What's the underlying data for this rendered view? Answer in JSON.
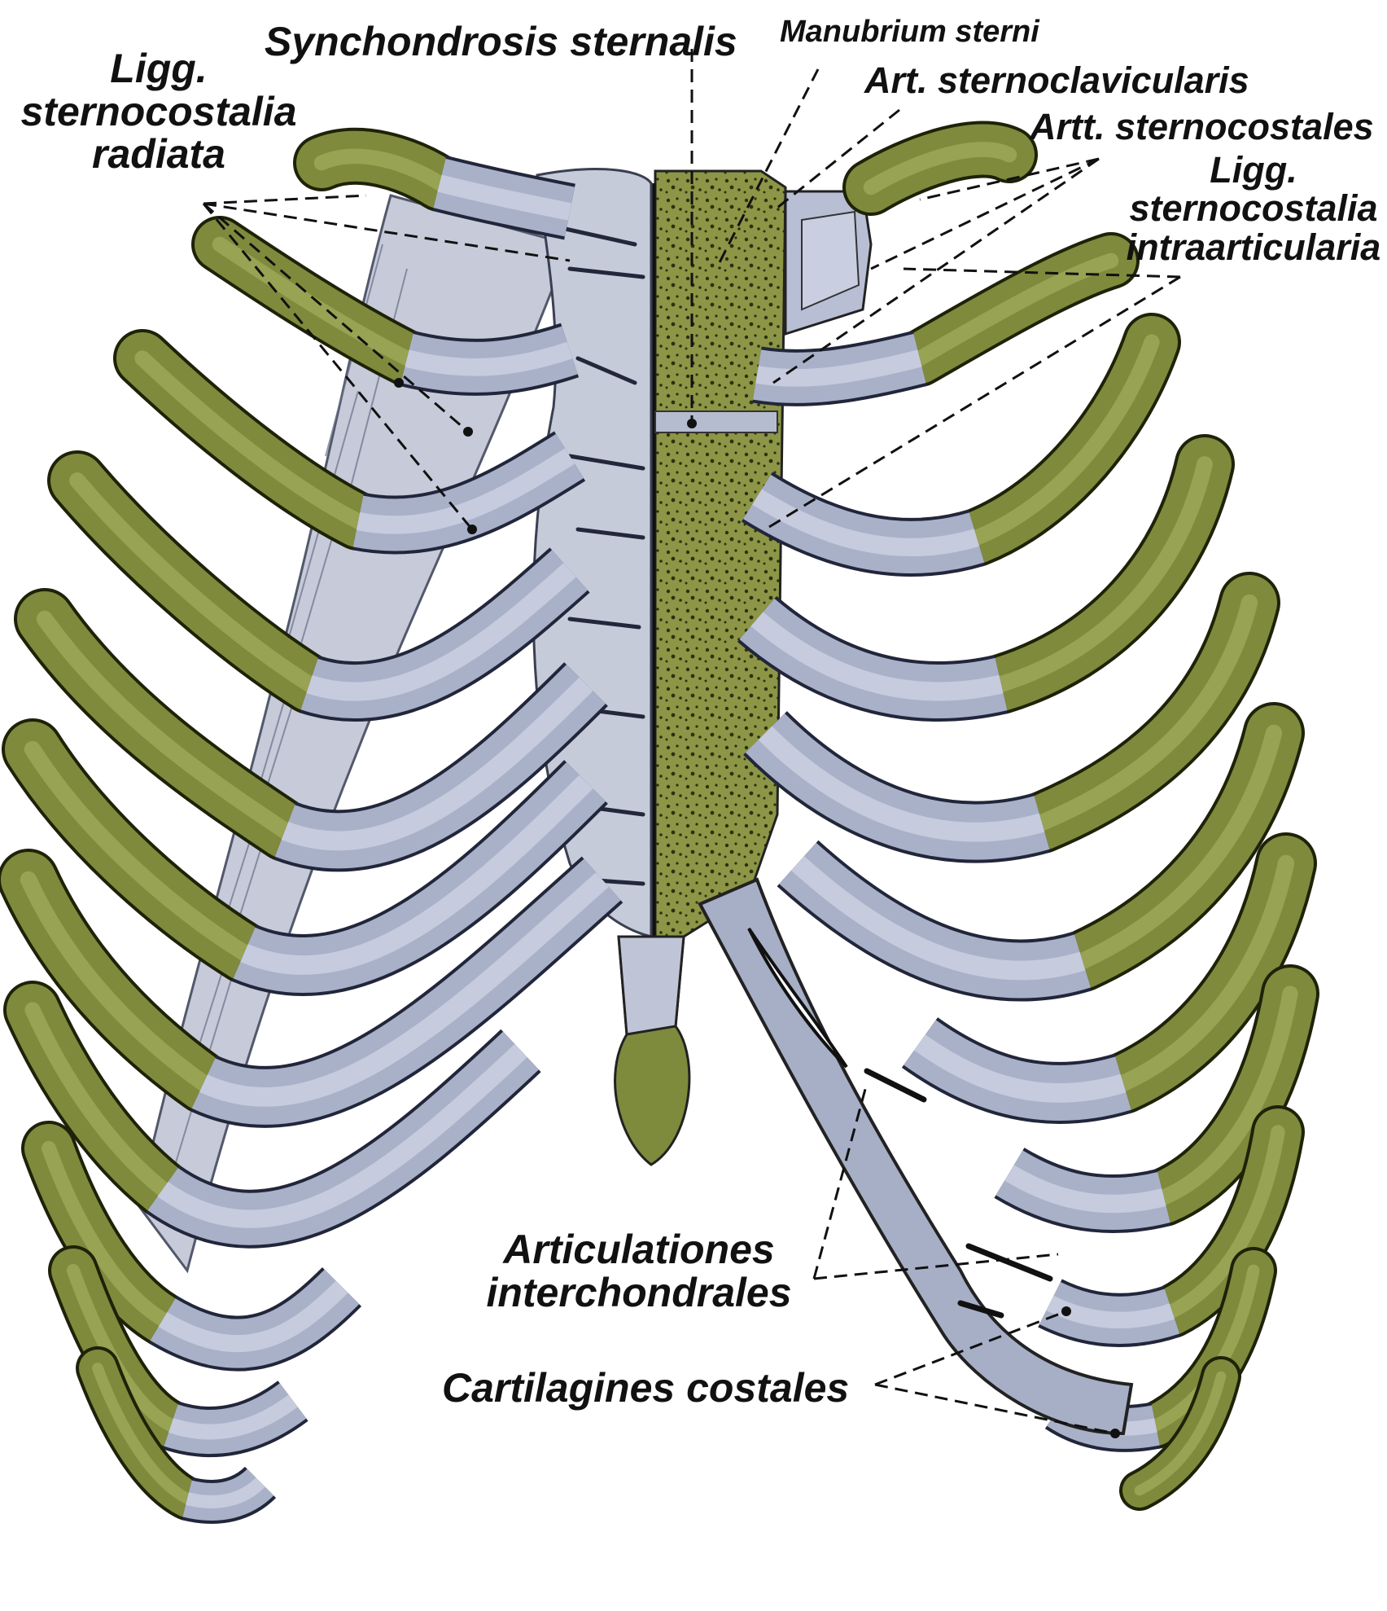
{
  "labels": {
    "synchondrosis": "Synchondrosis sternalis",
    "manubrium": "Manubrium sterni",
    "art_sternoclavicularis": "Art. sternoclavicularis",
    "artt_sternocostales": "Artt. sternocostales",
    "ligg_radiata": [
      "Ligg.",
      "sternocostalia",
      "radiata"
    ],
    "ligg_intraarticularia": [
      "Ligg.",
      "sternocostalia",
      "intraarticularia"
    ],
    "articulationes": [
      "Articulationes",
      "interchondrales"
    ],
    "cartilagines": "Cartilagines costales"
  },
  "colors": {
    "bone": "#7f8a3c",
    "bone_dark": "#3c4216",
    "cartilage": "#a9b1c9",
    "cartilage_dark": "#2a2f3c",
    "ligament": "#c6cbda",
    "sternum": "#8c9646",
    "line": "#1a1a1a",
    "background": "#ffffff"
  }
}
